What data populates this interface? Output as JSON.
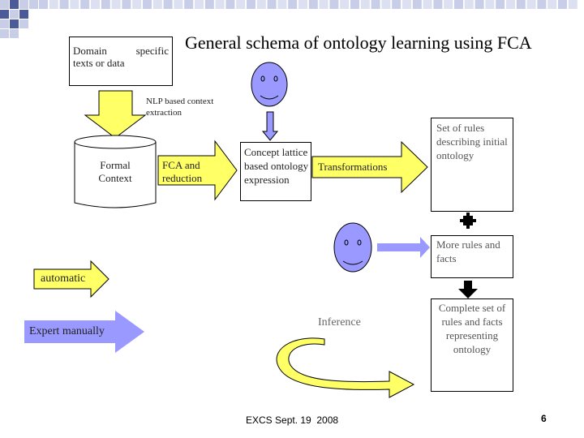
{
  "slide": {
    "title": "General schema of ontology learning using FCA",
    "footer": "EXCS Sept. 19  2008",
    "page_number": "6"
  },
  "nodes": {
    "domain_texts": "Domain     specific texts or data",
    "nlp": "NLP based context extraction",
    "formal_context": "Formal Context",
    "fca_reduction": "FCA and reduction",
    "concept_lattice": "Concept lattice based ontology expression",
    "transformations": "Transformations",
    "set_of_rules": "Set of rules describing initial ontology",
    "more_rules": "More rules and facts",
    "inference": "Inference",
    "complete_set": "Complete set of rules and facts representing ontology"
  },
  "legend": {
    "automatic": "automatic",
    "expert": "Expert manually"
  },
  "colors": {
    "auto_fill": "#ffff66",
    "expert_fill": "#9999ff",
    "face_fill": "#9999ff",
    "pattern_light": "#c8cde8",
    "pattern_dark": "#4b5a9b"
  },
  "icons": [
    "face-icon",
    "face-icon",
    "plus-sign-icon",
    "down-arrow-icon"
  ]
}
